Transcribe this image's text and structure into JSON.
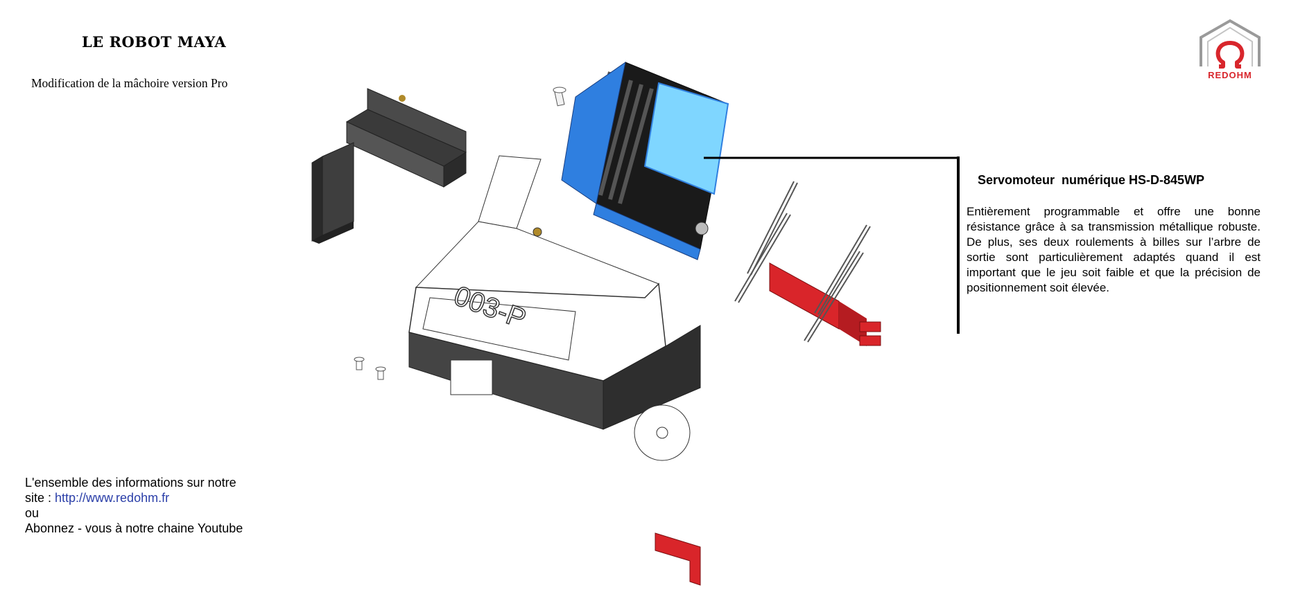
{
  "header": {
    "title": "LE ROBOT MAYA",
    "subtitle": "Modification de la mâchoire version Pro"
  },
  "brand": {
    "logo_text": "REDOHM",
    "logo_color": "#d8262c"
  },
  "info": {
    "line1": "L'ensemble des informations sur notre",
    "line2_prefix": "site : ",
    "link": "http://www.redohm.fr",
    "line3": "ou",
    "line4": "Abonnez - vous à notre chaine Youtube",
    "link_color": "#2a3ea8"
  },
  "servo": {
    "title": "Servomoteur  numérique HS-D-845WP",
    "description": "Entièrement programmable et offre une bonne résistance grâce à sa transmission métallique robuste. De plus, ses deux roulements à billes sur l’arbre de sortie sont particulièrement adaptés quand il est important que le jeu soit faible et que la précision de positionnement soit élevée."
  },
  "drawing": {
    "part_marking": "003-P",
    "colors": {
      "servo_blue": "#2f7fe0",
      "servo_light": "#7fd6ff",
      "body_dark": "#3a3a3a",
      "red_parts": "#d9252a"
    }
  }
}
